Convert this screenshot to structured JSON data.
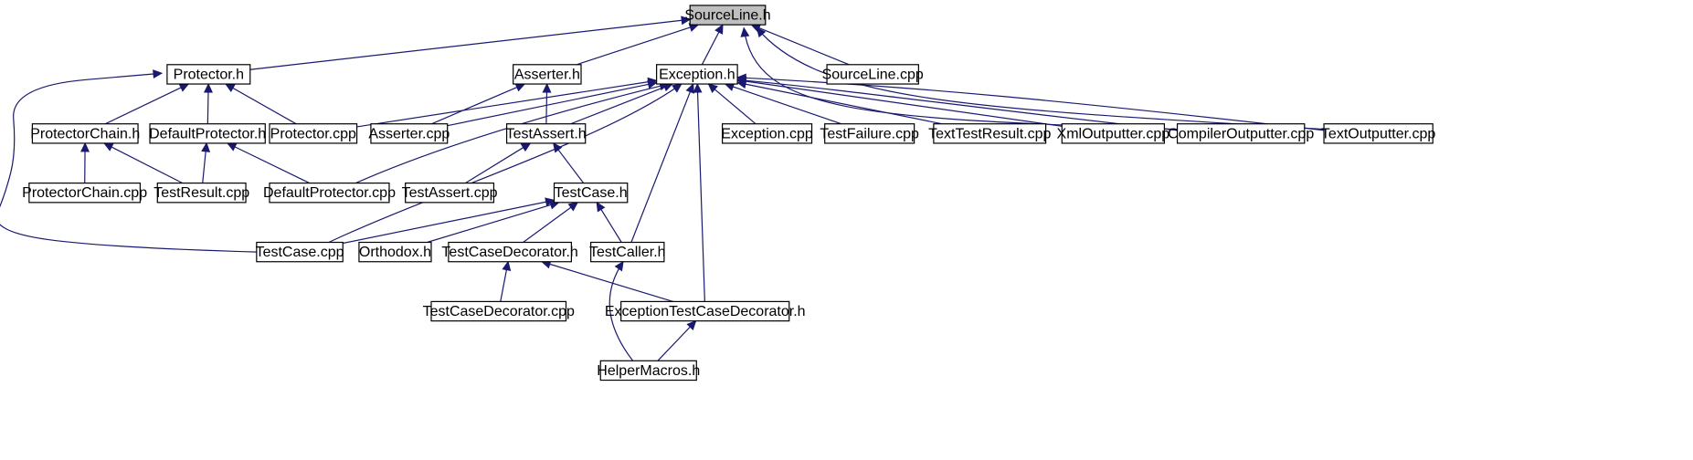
{
  "colors": {
    "edge": "#191970",
    "node_border": "#000000",
    "node_fill": "#ffffff",
    "highlight_fill": "#bfbfbf"
  },
  "graph": {
    "root": "sourceline-h",
    "nodes": [
      {
        "id": "sourceline-h",
        "label": "SourceLine.h",
        "highlight": true
      },
      {
        "id": "protector-h",
        "label": "Protector.h"
      },
      {
        "id": "asserter-h",
        "label": "Asserter.h"
      },
      {
        "id": "exception-h",
        "label": "Exception.h"
      },
      {
        "id": "sourceline-cpp",
        "label": "SourceLine.cpp"
      },
      {
        "id": "protectorchain-h",
        "label": "ProtectorChain.h"
      },
      {
        "id": "defaultprotector-h",
        "label": "DefaultProtector.h"
      },
      {
        "id": "protector-cpp",
        "label": "Protector.cpp"
      },
      {
        "id": "asserter-cpp",
        "label": "Asserter.cpp"
      },
      {
        "id": "testassert-h",
        "label": "TestAssert.h"
      },
      {
        "id": "exception-cpp",
        "label": "Exception.cpp"
      },
      {
        "id": "testfailure-cpp",
        "label": "TestFailure.cpp"
      },
      {
        "id": "texttestresult-cpp",
        "label": "TextTestResult.cpp"
      },
      {
        "id": "xmloutputter-cpp",
        "label": "XmlOutputter.cpp"
      },
      {
        "id": "compileroutputter-cpp",
        "label": "CompilerOutputter.cpp"
      },
      {
        "id": "textoutputter-cpp",
        "label": "TextOutputter.cpp"
      },
      {
        "id": "protectorchain-cpp",
        "label": "ProtectorChain.cpp"
      },
      {
        "id": "testresult-cpp",
        "label": "TestResult.cpp"
      },
      {
        "id": "defaultprotector-cpp",
        "label": "DefaultProtector.cpp"
      },
      {
        "id": "testassert-cpp",
        "label": "TestAssert.cpp"
      },
      {
        "id": "testcase-h",
        "label": "TestCase.h"
      },
      {
        "id": "testcase-cpp",
        "label": "TestCase.cpp"
      },
      {
        "id": "orthodox-h",
        "label": "Orthodox.h"
      },
      {
        "id": "testcasedecorator-h",
        "label": "TestCaseDecorator.h"
      },
      {
        "id": "testcaller-h",
        "label": "TestCaller.h"
      },
      {
        "id": "testcasedecorator-cpp",
        "label": "TestCaseDecorator.cpp"
      },
      {
        "id": "exceptiontestcasedecorator-h",
        "label": "ExceptionTestCaseDecorator.h"
      },
      {
        "id": "helpermacros-h",
        "label": "HelperMacros.h"
      }
    ],
    "edges": [
      {
        "from": "protector-h",
        "to": "sourceline-h"
      },
      {
        "from": "asserter-h",
        "to": "sourceline-h"
      },
      {
        "from": "exception-h",
        "to": "sourceline-h"
      },
      {
        "from": "sourceline-cpp",
        "to": "sourceline-h"
      },
      {
        "from": "compileroutputter-cpp",
        "to": "sourceline-h"
      },
      {
        "from": "textoutputter-cpp",
        "to": "sourceline-h"
      },
      {
        "from": "protectorchain-h",
        "to": "protector-h"
      },
      {
        "from": "defaultprotector-h",
        "to": "protector-h"
      },
      {
        "from": "protector-cpp",
        "to": "protector-h"
      },
      {
        "from": "testcase-cpp",
        "to": "protector-h"
      },
      {
        "from": "asserter-cpp",
        "to": "asserter-h"
      },
      {
        "from": "testassert-h",
        "to": "asserter-h"
      },
      {
        "from": "protector-cpp",
        "to": "exception-h"
      },
      {
        "from": "asserter-cpp",
        "to": "exception-h"
      },
      {
        "from": "testassert-h",
        "to": "exception-h"
      },
      {
        "from": "defaultprotector-cpp",
        "to": "exception-h"
      },
      {
        "from": "testcase-cpp",
        "to": "exception-h"
      },
      {
        "from": "testcaller-h",
        "to": "exception-h"
      },
      {
        "from": "exceptiontestcasedecorator-h",
        "to": "exception-h"
      },
      {
        "from": "exception-cpp",
        "to": "exception-h"
      },
      {
        "from": "testfailure-cpp",
        "to": "exception-h"
      },
      {
        "from": "texttestresult-cpp",
        "to": "exception-h"
      },
      {
        "from": "xmloutputter-cpp",
        "to": "exception-h"
      },
      {
        "from": "compileroutputter-cpp",
        "to": "exception-h"
      },
      {
        "from": "textoutputter-cpp",
        "to": "exception-h"
      },
      {
        "from": "protectorchain-cpp",
        "to": "protectorchain-h"
      },
      {
        "from": "testresult-cpp",
        "to": "protectorchain-h"
      },
      {
        "from": "testresult-cpp",
        "to": "defaultprotector-h"
      },
      {
        "from": "defaultprotector-cpp",
        "to": "defaultprotector-h"
      },
      {
        "from": "testassert-cpp",
        "to": "testassert-h"
      },
      {
        "from": "testcase-h",
        "to": "testassert-h"
      },
      {
        "from": "testcase-cpp",
        "to": "testcase-h"
      },
      {
        "from": "orthodox-h",
        "to": "testcase-h"
      },
      {
        "from": "testcasedecorator-h",
        "to": "testcase-h"
      },
      {
        "from": "testcaller-h",
        "to": "testcase-h"
      },
      {
        "from": "testcasedecorator-cpp",
        "to": "testcasedecorator-h"
      },
      {
        "from": "exceptiontestcasedecorator-h",
        "to": "testcasedecorator-h"
      },
      {
        "from": "helpermacros-h",
        "to": "testcaller-h"
      },
      {
        "from": "helpermacros-h",
        "to": "exceptiontestcasedecorator-h"
      }
    ]
  }
}
